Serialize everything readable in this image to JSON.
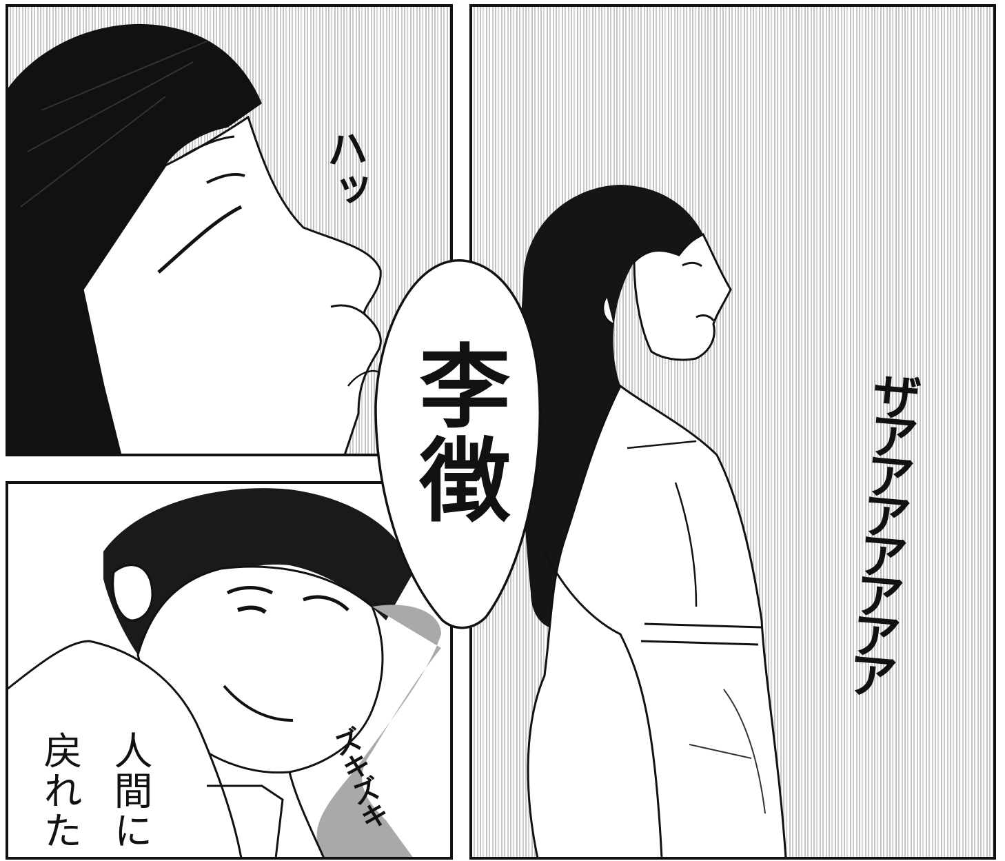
{
  "panels": {
    "top_left": {
      "sfx": "ハッ"
    },
    "bottom_left": {
      "dialog_col_1": "人間に",
      "dialog_col_2": "戻れた",
      "sfx": "ズキズキ"
    },
    "right": {
      "sfx": "ザアアアアアアア"
    }
  },
  "speech_bubble": {
    "text": "李徴"
  },
  "colors": {
    "ink": "#111111",
    "paper": "#ffffff",
    "tone": "#a9a9a9"
  }
}
